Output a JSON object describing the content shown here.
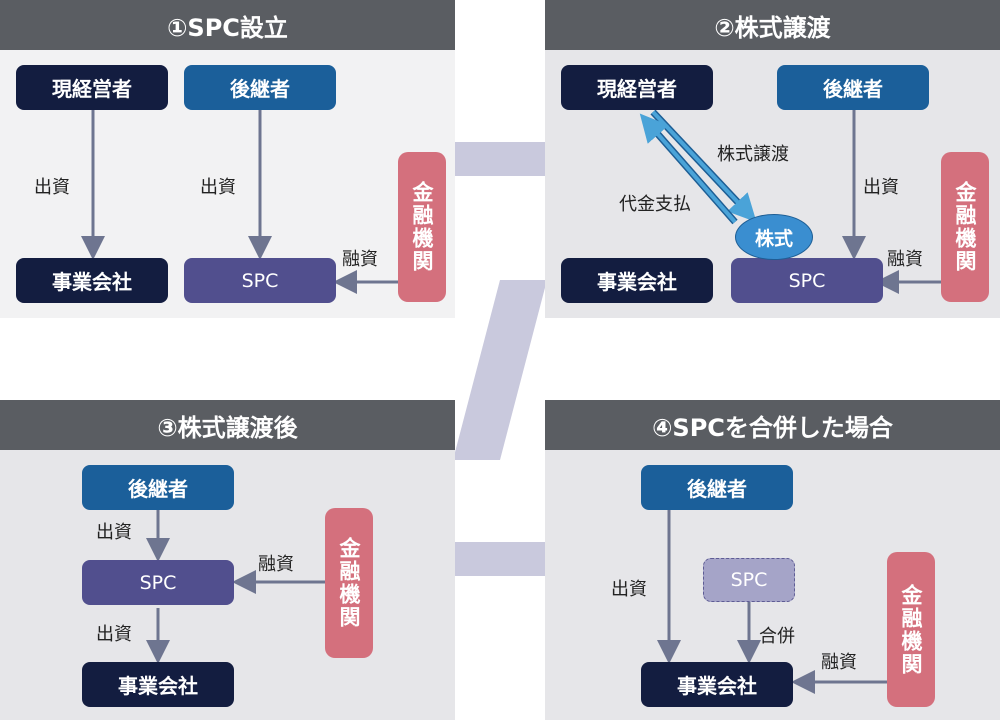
{
  "colors": {
    "header": "#5a5d62",
    "panel_bg_light": "#f2f2f3",
    "panel_bg": "#e6e6e9",
    "connector": "#c9c9dd",
    "dark_box": "#131d40",
    "blue_box": "#1b5f9a",
    "spc_box": "#514f8e",
    "bank_box": "#d4707d",
    "arrow": "#6e7590",
    "transfer_arrow": "#4aa3d8"
  },
  "panel1": {
    "title": "①SPC設立",
    "current_owner": "現経営者",
    "successor": "後継者",
    "company": "事業会社",
    "spc": "SPC",
    "bank": "金融機関",
    "label_invest_a": "出資",
    "label_invest_b": "出資",
    "label_loan": "融資"
  },
  "panel2": {
    "title": "②株式譲渡",
    "current_owner": "現経営者",
    "successor": "後継者",
    "company": "事業会社",
    "spc": "SPC",
    "bank": "金融機関",
    "shares": "株式",
    "label_transfer": "株式譲渡",
    "label_payment": "代金支払",
    "label_invest": "出資",
    "label_loan": "融資"
  },
  "panel3": {
    "title": "③株式譲渡後",
    "successor": "後継者",
    "spc": "SPC",
    "company": "事業会社",
    "bank": "金融機関",
    "label_invest_a": "出資",
    "label_invest_b": "出資",
    "label_loan": "融資"
  },
  "panel4": {
    "title": "④SPCを合併した場合",
    "successor": "後継者",
    "spc": "SPC",
    "company": "事業会社",
    "bank": "金融機関",
    "label_invest": "出資",
    "label_merge": "合併",
    "label_loan": "融資"
  }
}
